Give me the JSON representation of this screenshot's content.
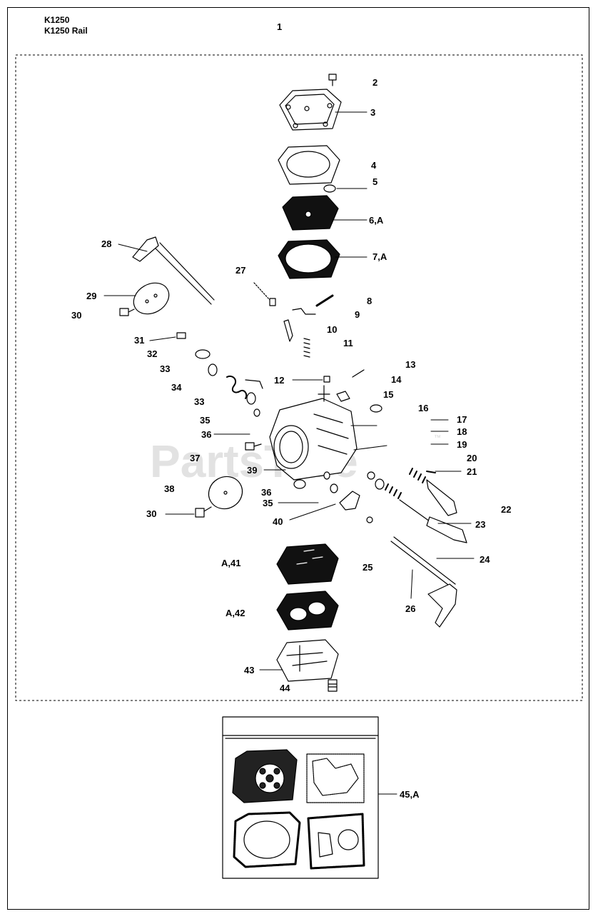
{
  "header": {
    "models": [
      "K1250",
      "K1250 Rail"
    ],
    "page_number": "1"
  },
  "watermark": {
    "text": "PartsTree",
    "trademark": "™"
  },
  "callouts": [
    {
      "id": "2",
      "label": "2"
    },
    {
      "id": "3",
      "label": "3"
    },
    {
      "id": "4",
      "label": "4"
    },
    {
      "id": "5",
      "label": "5"
    },
    {
      "id": "6",
      "label": "6,A"
    },
    {
      "id": "7",
      "label": "7,A"
    },
    {
      "id": "8",
      "label": "8"
    },
    {
      "id": "9",
      "label": "9"
    },
    {
      "id": "10",
      "label": "10"
    },
    {
      "id": "11",
      "label": "11"
    },
    {
      "id": "12",
      "label": "12"
    },
    {
      "id": "13",
      "label": "13"
    },
    {
      "id": "14",
      "label": "14"
    },
    {
      "id": "15",
      "label": "15"
    },
    {
      "id": "16",
      "label": "16"
    },
    {
      "id": "17",
      "label": "17"
    },
    {
      "id": "18",
      "label": "18"
    },
    {
      "id": "19",
      "label": "19"
    },
    {
      "id": "20",
      "label": "20"
    },
    {
      "id": "21",
      "label": "21"
    },
    {
      "id": "22",
      "label": "22"
    },
    {
      "id": "23",
      "label": "23"
    },
    {
      "id": "24",
      "label": "24"
    },
    {
      "id": "25",
      "label": "25"
    },
    {
      "id": "26",
      "label": "26"
    },
    {
      "id": "27",
      "label": "27"
    },
    {
      "id": "28",
      "label": "28"
    },
    {
      "id": "29",
      "label": "29"
    },
    {
      "id": "30a",
      "label": "30"
    },
    {
      "id": "31",
      "label": "31"
    },
    {
      "id": "32",
      "label": "32"
    },
    {
      "id": "33a",
      "label": "33"
    },
    {
      "id": "34",
      "label": "34"
    },
    {
      "id": "33b",
      "label": "33"
    },
    {
      "id": "35a",
      "label": "35"
    },
    {
      "id": "36a",
      "label": "36"
    },
    {
      "id": "37",
      "label": "37"
    },
    {
      "id": "39",
      "label": "39"
    },
    {
      "id": "38",
      "label": "38"
    },
    {
      "id": "36b",
      "label": "36"
    },
    {
      "id": "35b",
      "label": "35"
    },
    {
      "id": "30b",
      "label": "30"
    },
    {
      "id": "40",
      "label": "40"
    },
    {
      "id": "41",
      "label": "A,41"
    },
    {
      "id": "42",
      "label": "A,42"
    },
    {
      "id": "43",
      "label": "43"
    },
    {
      "id": "44",
      "label": "44"
    },
    {
      "id": "45",
      "label": "45,A"
    }
  ]
}
